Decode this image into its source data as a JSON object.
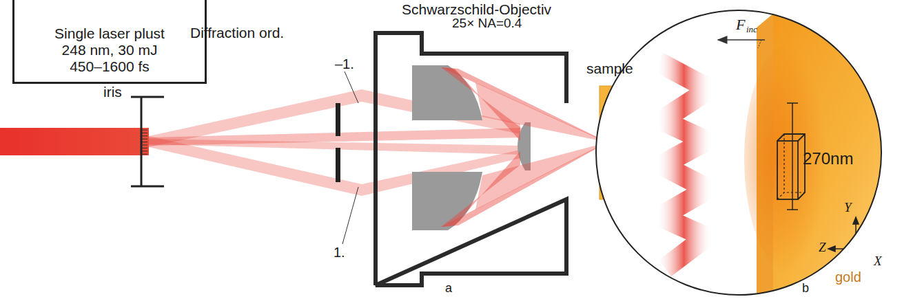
{
  "diagram": {
    "nodes": [
      {
        "text": [
          "Single laser plust",
          "248 nm, 30 mJ",
          "450–1600 fs"
        ]
      }
    ],
    "labels": [
      "iris",
      "Diffraction ord.",
      "–1.",
      "1.",
      "Schwarzschild-Objectiv",
      "25× NA=0.4",
      "sample",
      "F",
      "inc",
      "270nm",
      "Y",
      "Z",
      "X",
      "gold",
      "a",
      "b"
    ]
  }
}
